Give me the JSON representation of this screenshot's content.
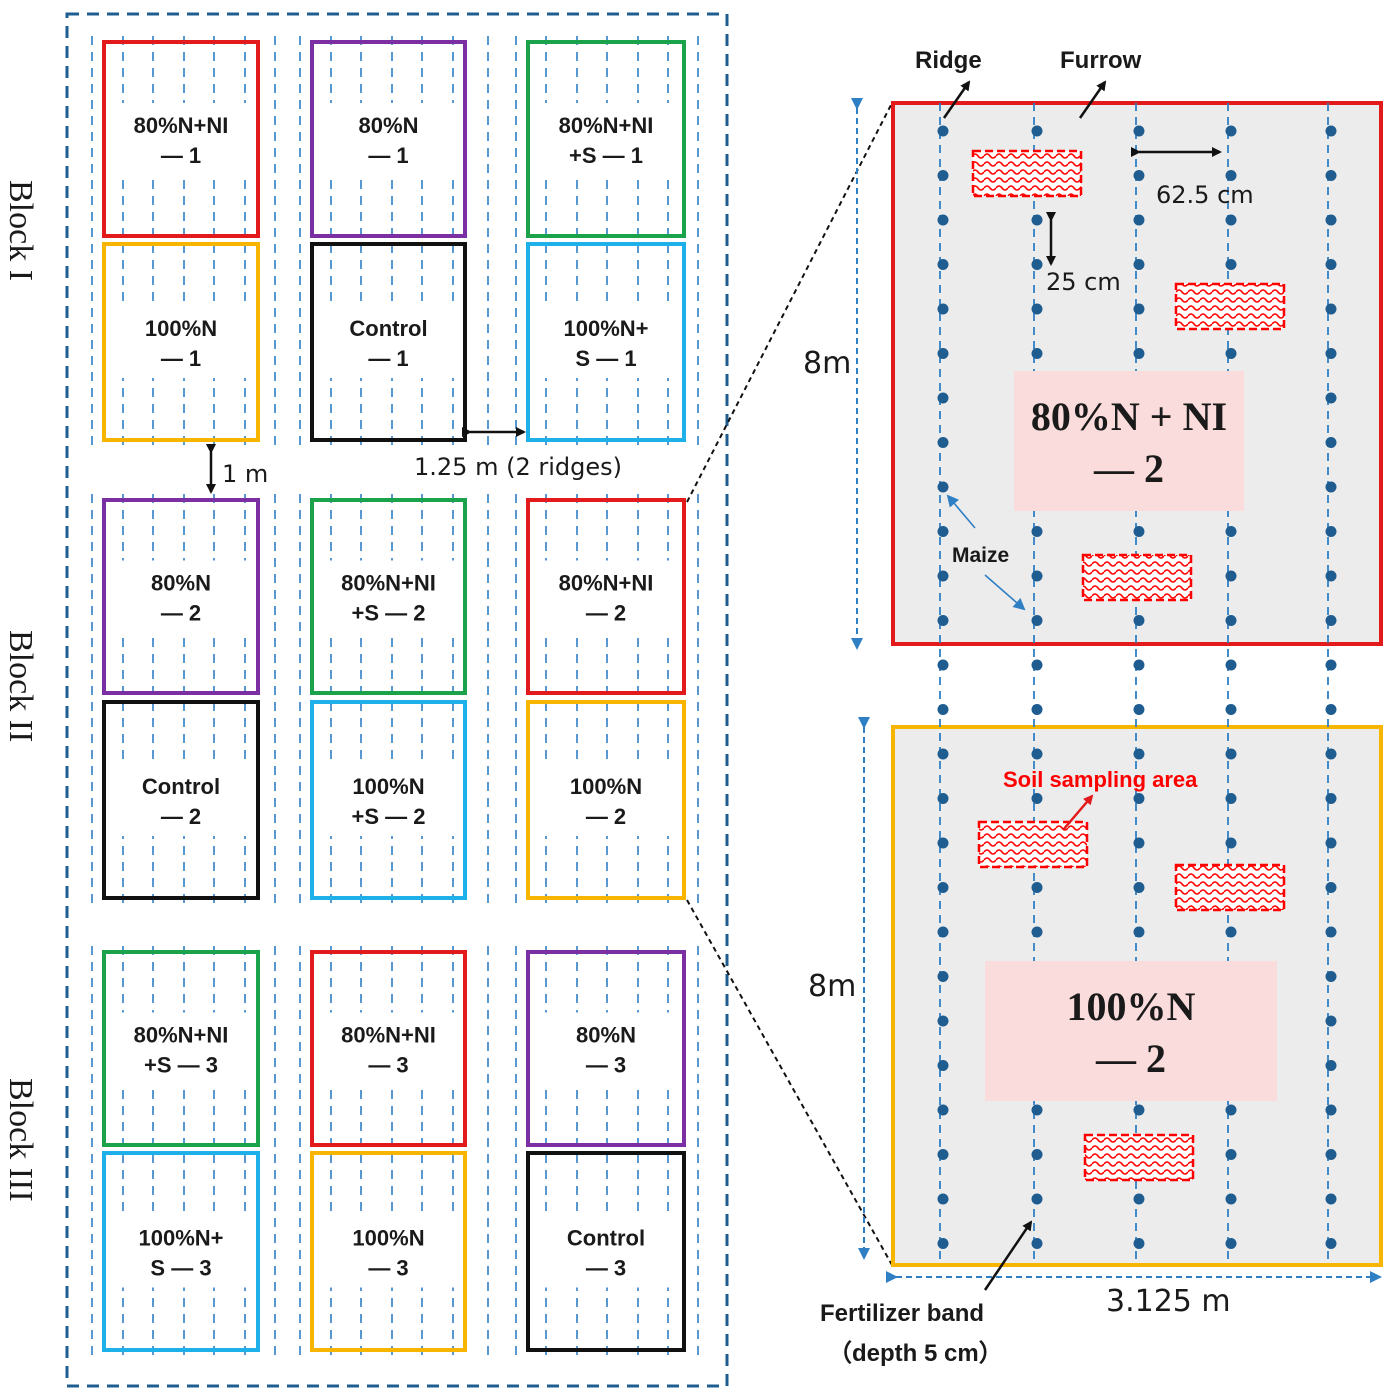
{
  "blocks": [
    "Block I",
    "Block II",
    "Block III"
  ],
  "colors": {
    "80%N+NI": "#e31a1c",
    "80%N": "#7b2fa3",
    "80%N+NI+S": "#1aa34a",
    "100%N": "#f7b500",
    "Control": "#111111",
    "100%N+S": "#1eb0e8",
    "layout_border": "#1f5c8f",
    "ridge_line": "#2f7fc4",
    "maize_dot": "#1f5c8f",
    "sampling": "#ff0000",
    "detail_bg": "#ececec",
    "detail_label_bg": "#fadcdc"
  },
  "plots": [
    {
      "block": 1,
      "row": 0,
      "col": 0,
      "treatment": "80%N+NI",
      "line1": "80%N+NI",
      "line2": "— 1"
    },
    {
      "block": 1,
      "row": 0,
      "col": 1,
      "treatment": "80%N",
      "line1": "80%N",
      "line2": "— 1"
    },
    {
      "block": 1,
      "row": 0,
      "col": 2,
      "treatment": "80%N+NI+S",
      "line1": "80%N+NI",
      "line2": "+S — 1"
    },
    {
      "block": 1,
      "row": 1,
      "col": 0,
      "treatment": "100%N",
      "line1": "100%N",
      "line2": "— 1"
    },
    {
      "block": 1,
      "row": 1,
      "col": 1,
      "treatment": "Control",
      "line1": "Control",
      "line2": "— 1"
    },
    {
      "block": 1,
      "row": 1,
      "col": 2,
      "treatment": "100%N+S",
      "line1": "100%N+",
      "line2": "S — 1"
    },
    {
      "block": 2,
      "row": 0,
      "col": 0,
      "treatment": "80%N",
      "line1": "80%N",
      "line2": "— 2"
    },
    {
      "block": 2,
      "row": 0,
      "col": 1,
      "treatment": "80%N+NI+S",
      "line1": "80%N+NI",
      "line2": "+S — 2"
    },
    {
      "block": 2,
      "row": 0,
      "col": 2,
      "treatment": "80%N+NI",
      "line1": "80%N+NI",
      "line2": "— 2"
    },
    {
      "block": 2,
      "row": 1,
      "col": 0,
      "treatment": "Control",
      "line1": "Control",
      "line2": "— 2"
    },
    {
      "block": 2,
      "row": 1,
      "col": 1,
      "treatment": "100%N+S",
      "line1": "100%N",
      "line2": "+S — 2"
    },
    {
      "block": 2,
      "row": 1,
      "col": 2,
      "treatment": "100%N",
      "line1": "100%N",
      "line2": "— 2"
    },
    {
      "block": 3,
      "row": 0,
      "col": 0,
      "treatment": "80%N+NI+S",
      "line1": "80%N+NI",
      "line2": "+S — 3"
    },
    {
      "block": 3,
      "row": 0,
      "col": 1,
      "treatment": "80%N+NI",
      "line1": "80%N+NI",
      "line2": "— 3"
    },
    {
      "block": 3,
      "row": 0,
      "col": 2,
      "treatment": "80%N",
      "line1": "80%N",
      "line2": "— 3"
    },
    {
      "block": 3,
      "row": 1,
      "col": 0,
      "treatment": "100%N+S",
      "line1": "100%N+",
      "line2": "S — 3"
    },
    {
      "block": 3,
      "row": 1,
      "col": 1,
      "treatment": "100%N",
      "line1": "100%N",
      "line2": "— 3"
    },
    {
      "block": 3,
      "row": 1,
      "col": 2,
      "treatment": "Control",
      "line1": "Control",
      "line2": "— 3"
    }
  ],
  "layout_labels": {
    "block_gap": "1 m",
    "plot_gap": "1.25 m (2 ridges)"
  },
  "detail": {
    "ridge": "Ridge",
    "furrow": "Furrow",
    "row_spacing": "62.5 cm",
    "plant_spacing": "25 cm",
    "maize": "Maize",
    "soil_sampling": "Soil sampling area",
    "plot_length_top": "8m",
    "plot_length_bottom": "8m",
    "plot_width": "3.125 m",
    "fertilizer_line1": "Fertilizer band",
    "fertilizer_line2": "（depth 5 cm）",
    "top_plot_line1": "80%N + NI",
    "top_plot_line2": "— 2",
    "bottom_plot_line1": "100%N",
    "bottom_plot_line2": "— 2"
  }
}
